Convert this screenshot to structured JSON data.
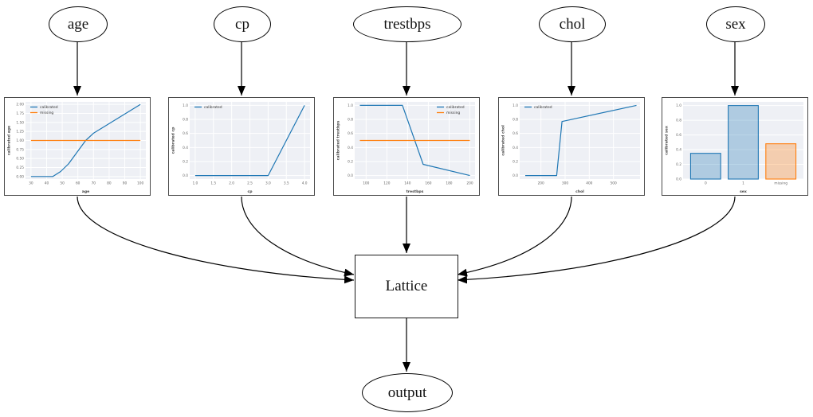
{
  "nodes": {
    "age": {
      "label": "age"
    },
    "cp": {
      "label": "cp"
    },
    "trestbps": {
      "label": "trestbps"
    },
    "chol": {
      "label": "chol"
    },
    "sex": {
      "label": "sex"
    },
    "lattice": {
      "label": "Lattice"
    },
    "output": {
      "label": "output"
    }
  },
  "colors": {
    "calibrated_line": "#1f77b4",
    "missing_line": "#ff7f0e",
    "edge_stroke": "#000000",
    "plot_bg": "#eef0f5",
    "plot_frame": "#4a4a4a",
    "tick_text": "#666666",
    "axis_label_text": "#444444"
  },
  "chart_data": [
    {
      "id": "age",
      "type": "line",
      "xlabel": "age",
      "ylabel": "calibrated age",
      "xlim": [
        26.5,
        103.5
      ],
      "ylim": [
        -0.07,
        2.07
      ],
      "xticks": [
        30,
        40,
        50,
        60,
        70,
        80,
        90,
        100
      ],
      "xtick_labels": [
        "30",
        "40",
        "50",
        "60",
        "70",
        "80",
        "90",
        "100"
      ],
      "yticks": [
        0,
        0.25,
        0.5,
        0.75,
        1,
        1.25,
        1.5,
        1.75,
        2
      ],
      "ytick_labels": [
        "0.00",
        "0.25",
        "0.50",
        "0.75",
        "1.00",
        "1.25",
        "1.50",
        "1.75",
        "2.00"
      ],
      "legend": {
        "position": "upper-left"
      },
      "grid": true,
      "series": [
        {
          "name": "calibrated",
          "color": "#1f77b4",
          "points": [
            [
              30,
              0
            ],
            [
              44,
              0
            ],
            [
              49,
              0.14
            ],
            [
              54,
              0.35
            ],
            [
              65,
              1.0
            ],
            [
              70,
              1.2
            ],
            [
              100,
              2.0
            ]
          ]
        },
        {
          "name": "missing",
          "color": "#ff7f0e",
          "points": [
            [
              30,
              1.0
            ],
            [
              100,
              1.0
            ]
          ]
        }
      ]
    },
    {
      "id": "cp",
      "type": "line",
      "xlabel": "cp",
      "ylabel": "calibrated cp",
      "xlim": [
        0.85,
        4.15
      ],
      "ylim": [
        -0.05,
        1.05
      ],
      "xticks": [
        1,
        1.5,
        2,
        2.5,
        3,
        3.5,
        4
      ],
      "xtick_labels": [
        "1.0",
        "1.5",
        "2.0",
        "2.5",
        "3.0",
        "3.5",
        "4.0"
      ],
      "yticks": [
        0,
        0.2,
        0.4,
        0.6,
        0.8,
        1
      ],
      "ytick_labels": [
        "0.0",
        "0.2",
        "0.4",
        "0.6",
        "0.8",
        "1.0"
      ],
      "legend": {
        "position": "upper-left"
      },
      "grid": true,
      "series": [
        {
          "name": "calibrated",
          "color": "#1f77b4",
          "points": [
            [
              1,
              0
            ],
            [
              3,
              0
            ],
            [
              4,
              1.0
            ]
          ]
        }
      ]
    },
    {
      "id": "trestbps",
      "type": "line",
      "xlabel": "trestbps",
      "ylabel": "calibrated trestbps",
      "xlim": [
        89,
        205
      ],
      "ylim": [
        -0.05,
        1.05
      ],
      "xticks": [
        100,
        120,
        140,
        160,
        180,
        200
      ],
      "xtick_labels": [
        "100",
        "120",
        "140",
        "160",
        "180",
        "200"
      ],
      "yticks": [
        0,
        0.2,
        0.4,
        0.6,
        0.8,
        1
      ],
      "ytick_labels": [
        "0.0",
        "0.2",
        "0.4",
        "0.6",
        "0.8",
        "1.0"
      ],
      "legend": {
        "position": "upper-right"
      },
      "grid": true,
      "series": [
        {
          "name": "calibrated",
          "color": "#1f77b4",
          "points": [
            [
              94,
              1.0
            ],
            [
              135,
              1.0
            ],
            [
              155,
              0.16
            ],
            [
              200,
              0.0
            ]
          ]
        },
        {
          "name": "missing",
          "color": "#ff7f0e",
          "points": [
            [
              94,
              0.5
            ],
            [
              200,
              0.5
            ]
          ]
        }
      ]
    },
    {
      "id": "chol",
      "type": "line",
      "xlabel": "chol",
      "ylabel": "calibrated chol",
      "xlim": [
        112,
        610
      ],
      "ylim": [
        -0.05,
        1.05
      ],
      "xticks": [
        200,
        300,
        400,
        500
      ],
      "xtick_labels": [
        "200",
        "300",
        "400",
        "500"
      ],
      "yticks": [
        0,
        0.2,
        0.4,
        0.6,
        0.8,
        1
      ],
      "ytick_labels": [
        "0.0",
        "0.2",
        "0.4",
        "0.6",
        "0.8",
        "1.0"
      ],
      "legend": {
        "position": "upper-left"
      },
      "grid": true,
      "series": [
        {
          "name": "calibrated",
          "color": "#1f77b4",
          "points": [
            [
              135,
              0
            ],
            [
              265,
              0
            ],
            [
              287,
              0.77
            ],
            [
              595,
              1.0
            ]
          ]
        }
      ]
    },
    {
      "id": "sex",
      "type": "bar",
      "xlabel": "sex",
      "ylabel": "calibrated sex",
      "ylim": [
        0,
        1.05
      ],
      "categories": [
        "0",
        "1",
        "missing"
      ],
      "values": [
        0.35,
        1.0,
        0.48
      ],
      "bar_fill": [
        "rgba(31,119,180,0.3)",
        "rgba(31,119,180,0.3)",
        "rgba(255,127,14,0.3)"
      ],
      "bar_edge": [
        "#1f77b4",
        "#1f77b4",
        "#ff7f0e"
      ],
      "yticks": [
        0,
        0.2,
        0.4,
        0.6,
        0.8,
        1
      ],
      "ytick_labels": [
        "0.0",
        "0.2",
        "0.4",
        "0.6",
        "0.8",
        "1.0"
      ],
      "grid": true
    }
  ]
}
